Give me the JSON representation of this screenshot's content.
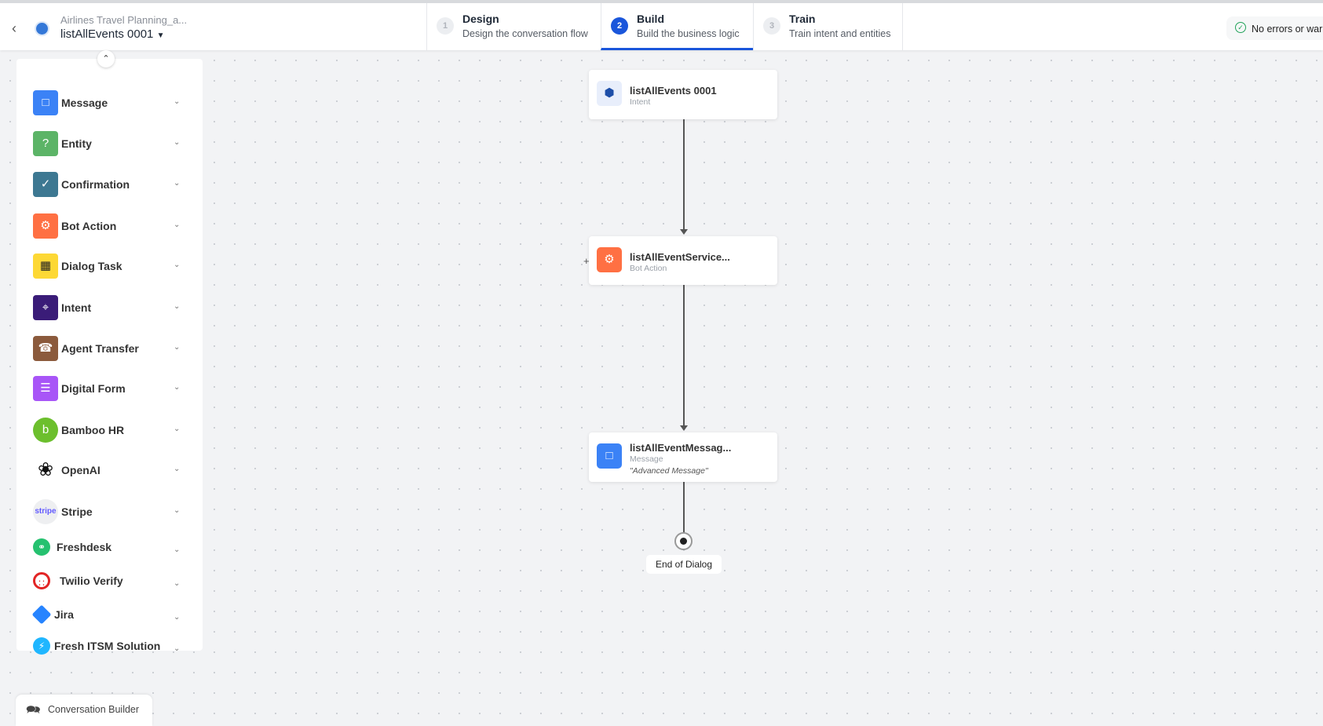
{
  "header": {
    "app_name": "Airlines Travel Planning_a...",
    "dialog_name": "listAllEvents 0001",
    "tabs": [
      {
        "num": "1",
        "title": "Design",
        "subtitle": "Design the conversation flow",
        "active": false
      },
      {
        "num": "2",
        "title": "Build",
        "subtitle": "Build the business logic",
        "active": true
      },
      {
        "num": "3",
        "title": "Train",
        "subtitle": "Train intent and entities",
        "active": false
      }
    ],
    "status": "No errors or war"
  },
  "sidebar": {
    "items": [
      {
        "label": "Message",
        "icon": "message-icon",
        "color": "#3b82f6"
      },
      {
        "label": "Entity",
        "icon": "entity-icon",
        "color": "#5cb467"
      },
      {
        "label": "Confirmation",
        "icon": "confirmation-icon",
        "color": "#3d7892"
      },
      {
        "label": "Bot Action",
        "icon": "bot-action-icon",
        "color": "#ff7043"
      },
      {
        "label": "Dialog Task",
        "icon": "dialog-task-icon",
        "color": "#fdd835"
      },
      {
        "label": "Intent",
        "icon": "intent-icon",
        "color": "#3a1c78"
      },
      {
        "label": "Agent Transfer",
        "icon": "agent-transfer-icon",
        "color": "#8b5a3c"
      },
      {
        "label": "Digital Form",
        "icon": "digital-form-icon",
        "color": "#a855f7"
      },
      {
        "label": "Bamboo HR",
        "icon": "bamboo-hr-icon",
        "color": "#6cbf2d"
      },
      {
        "label": "OpenAI",
        "icon": "openai-icon",
        "color": "#111111"
      },
      {
        "label": "Stripe",
        "icon": "stripe-icon",
        "color": "#635bff"
      },
      {
        "label": "Freshdesk",
        "icon": "freshdesk-icon",
        "color": "#25c16f"
      },
      {
        "label": "Twilio Verify",
        "icon": "twilio-icon",
        "color": "#e22525"
      },
      {
        "label": "Jira",
        "icon": "jira-icon",
        "color": "#2684ff"
      },
      {
        "label": "Fresh ITSM Solution",
        "icon": "fresh-itsm-icon",
        "color": "#1fb6ff"
      }
    ],
    "stripe_logo_text": "stripe"
  },
  "flow": {
    "nodes": [
      {
        "title": "listAllEvents 0001",
        "type": "Intent",
        "color": "#e8eefb"
      },
      {
        "title": "listAllEventService...",
        "type": "Bot Action",
        "color": "#ff7043"
      },
      {
        "title": "listAllEventMessag...",
        "type": "Message",
        "quote": "\"Advanced Message\"",
        "color": "#3b82f6"
      }
    ],
    "end_label": "End of Dialog"
  },
  "footer": {
    "conversation_builder": "Conversation Builder"
  }
}
